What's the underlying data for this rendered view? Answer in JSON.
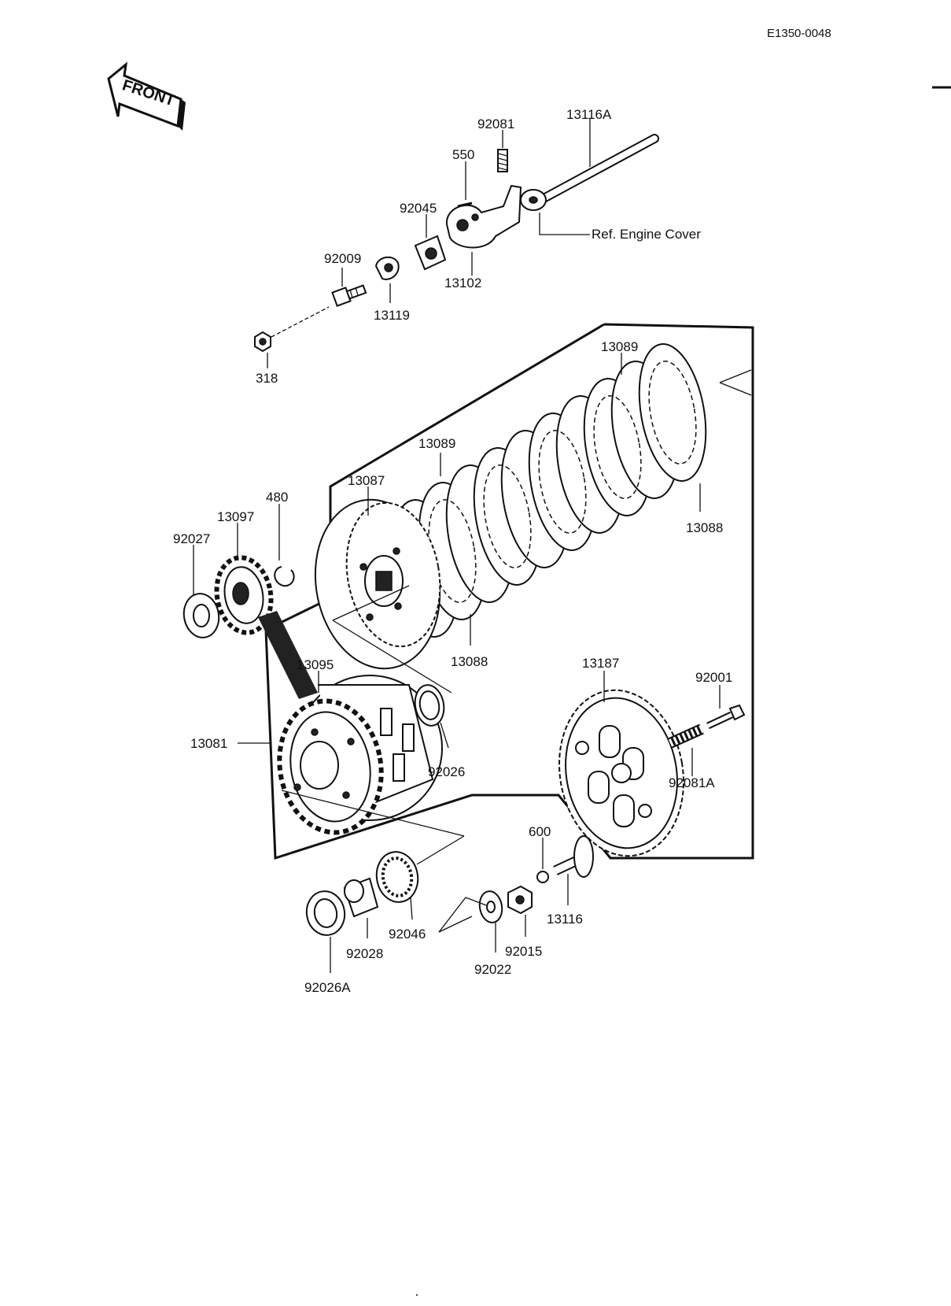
{
  "drawing_code": "E1350-0048",
  "front_arrow": {
    "label": "FRONT",
    "icon": "front-arrow-icon"
  },
  "reference_note": "Ref.  Engine Cover",
  "parts": {
    "p13116A": "13116A",
    "p92081": "92081",
    "p550": "550",
    "p92045": "92045",
    "p13102": "13102",
    "p92009": "92009",
    "p13119": "13119",
    "p318": "318",
    "p13089_top": "13089",
    "p13089_mid": "13089",
    "p13087": "13087",
    "p480": "480",
    "p13097": "13097",
    "p92027": "92027",
    "p13088_right": "13088",
    "p13088_low": "13088",
    "p13095": "13095",
    "p13187": "13187",
    "p92001": "92001",
    "p13081": "13081",
    "p92026": "92026",
    "p92081A": "92081A",
    "p600": "600",
    "p13116": "13116",
    "p92046": "92046",
    "p92015": "92015",
    "p92028": "92028",
    "p92022": "92022",
    "p92026A": "92026A"
  }
}
